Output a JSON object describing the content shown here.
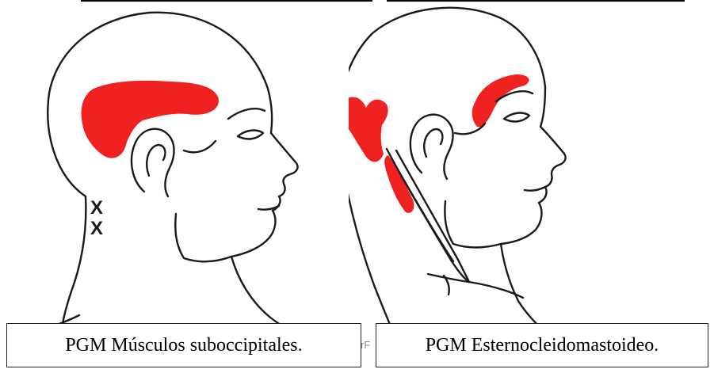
{
  "colors": {
    "line": "#1a1a1a",
    "pain_zone": "#ee1111",
    "background": "#ffffff"
  },
  "trigger_point_marker": "X",
  "stray_mark": "rF",
  "figures": [
    {
      "caption": "PGM Músculos suboccipitales.",
      "trigger_points": 2
    },
    {
      "caption": "PGM Esternocleidomastoideo."
    }
  ]
}
